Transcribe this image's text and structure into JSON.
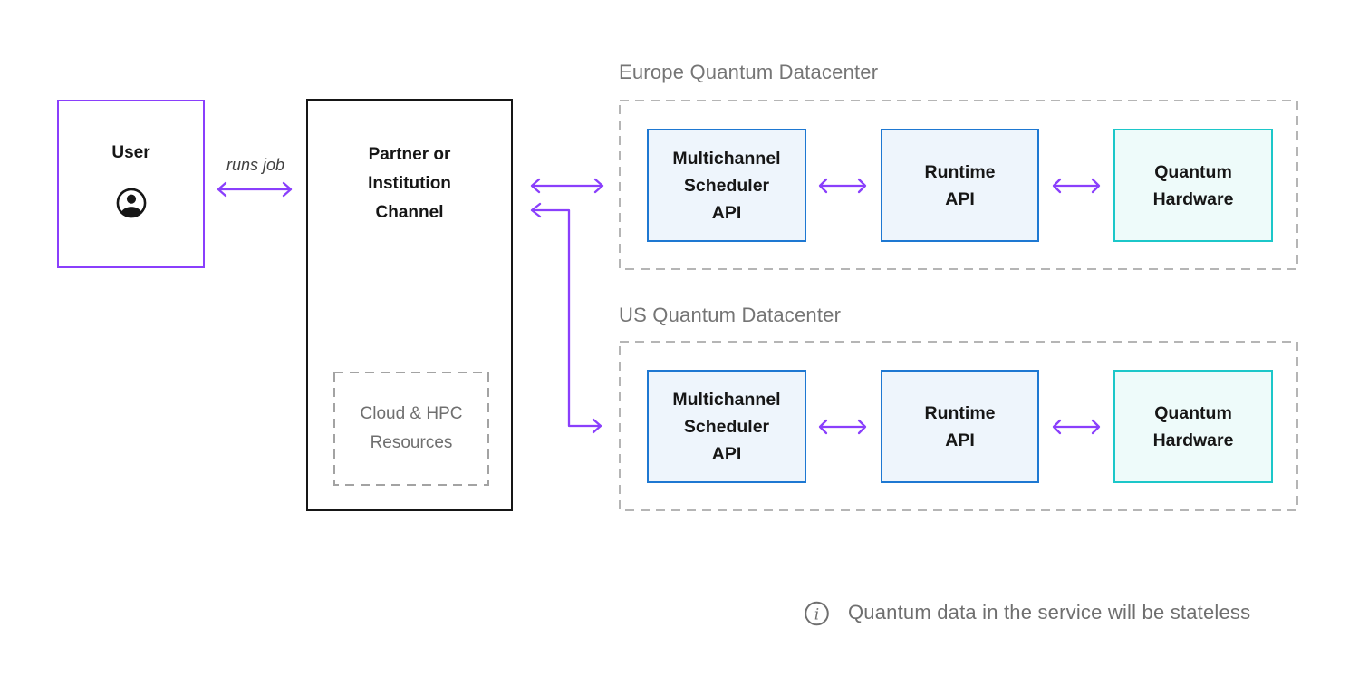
{
  "colors": {
    "purple": "#8a3ffc",
    "blue": "#1e78d2",
    "blueFill": "#eef5fc",
    "teal": "#1cc7c9",
    "tealFill": "#eefbfa",
    "dark": "#161616",
    "gray": "#6f6f6f",
    "dashGray": "#b5b5b5",
    "dashDark": "#a3a3a3"
  },
  "user": {
    "label": "User",
    "icon": "user-avatar-icon"
  },
  "runs_job": {
    "label": "runs job"
  },
  "partner": {
    "label": "Partner or\nInstitution\nChannel",
    "cloud": {
      "label": "Cloud & HPC\nResources"
    }
  },
  "datacenters": [
    {
      "title": "Europe Quantum Datacenter",
      "boxes": [
        {
          "label": "Multichannel\nScheduler\nAPI"
        },
        {
          "label": "Runtime\nAPI"
        },
        {
          "label": "Quantum\nHardware"
        }
      ]
    },
    {
      "title": "US Quantum Datacenter",
      "boxes": [
        {
          "label": "Multichannel\nScheduler\nAPI"
        },
        {
          "label": "Runtime\nAPI"
        },
        {
          "label": "Quantum\nHardware"
        }
      ]
    }
  ],
  "footer": {
    "icon": "info-icon",
    "note": "Quantum data in the service will be stateless"
  }
}
